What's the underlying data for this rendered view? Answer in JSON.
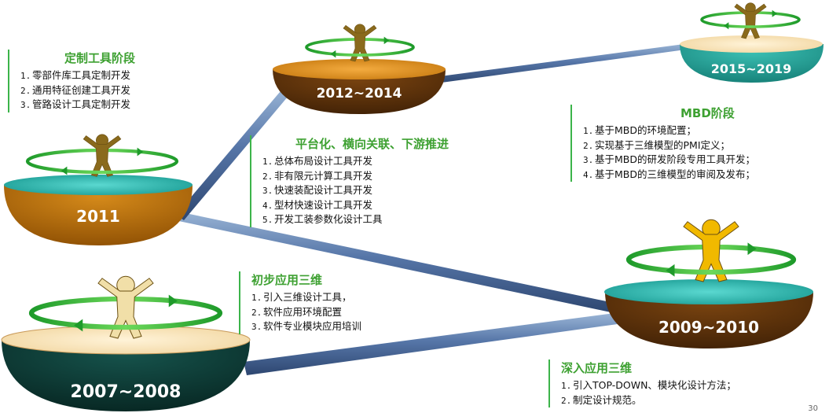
{
  "stages": {
    "s2007": {
      "year": "2007~2008",
      "title": "初步应用三维",
      "items": [
        {
          "num": "1.",
          "text": "引入三维设计工具，"
        },
        {
          "num": "2.",
          "text": "软件应用环境配置"
        },
        {
          "num": "3.",
          "text": "软件专业模块应用培训"
        }
      ]
    },
    "s2009": {
      "year": "2009~2010",
      "title": "深入应用三维",
      "items": [
        {
          "num": "1.",
          "text": "引入TOP-DOWN、模块化设计方法；"
        },
        {
          "num": "2.",
          "text": "制定设计规范。"
        }
      ]
    },
    "s2011": {
      "year": "2011",
      "title": "定制工具阶段",
      "items": [
        {
          "num": "1.",
          "text": "零部件库工具定制开发"
        },
        {
          "num": "2.",
          "text": "通用特征创建工具开发"
        },
        {
          "num": "3.",
          "text": "管路设计工具定制开发"
        }
      ]
    },
    "s2012": {
      "year": "2012~2014",
      "title": "平台化、横向关联、下游推进",
      "items": [
        {
          "num": "1.",
          "text": "总体布局设计工具开发"
        },
        {
          "num": "2.",
          "text": "非有限元计算工具开发"
        },
        {
          "num": "3.",
          "text": "快速装配设计工具开发"
        },
        {
          "num": "4.",
          "text": "型材快速设计工具开发"
        },
        {
          "num": "5.",
          "text": "开发工装参数化设计工具"
        }
      ]
    },
    "s2015": {
      "year": "2015~2019",
      "title": "MBD阶段",
      "items": [
        {
          "num": "1.",
          "text": "基于MBD的环境配置；"
        },
        {
          "num": "2.",
          "text": "实现基于三维模型的PMI定义；"
        },
        {
          "num": "3.",
          "text": "基于MBD的研发阶段专用工具开发；"
        },
        {
          "num": "4.",
          "text": "基于MBD的三维模型的审阅及发布；"
        }
      ]
    }
  },
  "page_number": "30",
  "colors": {
    "accent": "#3cb44a",
    "title": "#3ea132",
    "teal": "#2ab5ad",
    "brown": "#b46a05",
    "darkbowl": "#0c3a35",
    "figure": "#8a6a1c",
    "connector": "#4a6e9e"
  }
}
